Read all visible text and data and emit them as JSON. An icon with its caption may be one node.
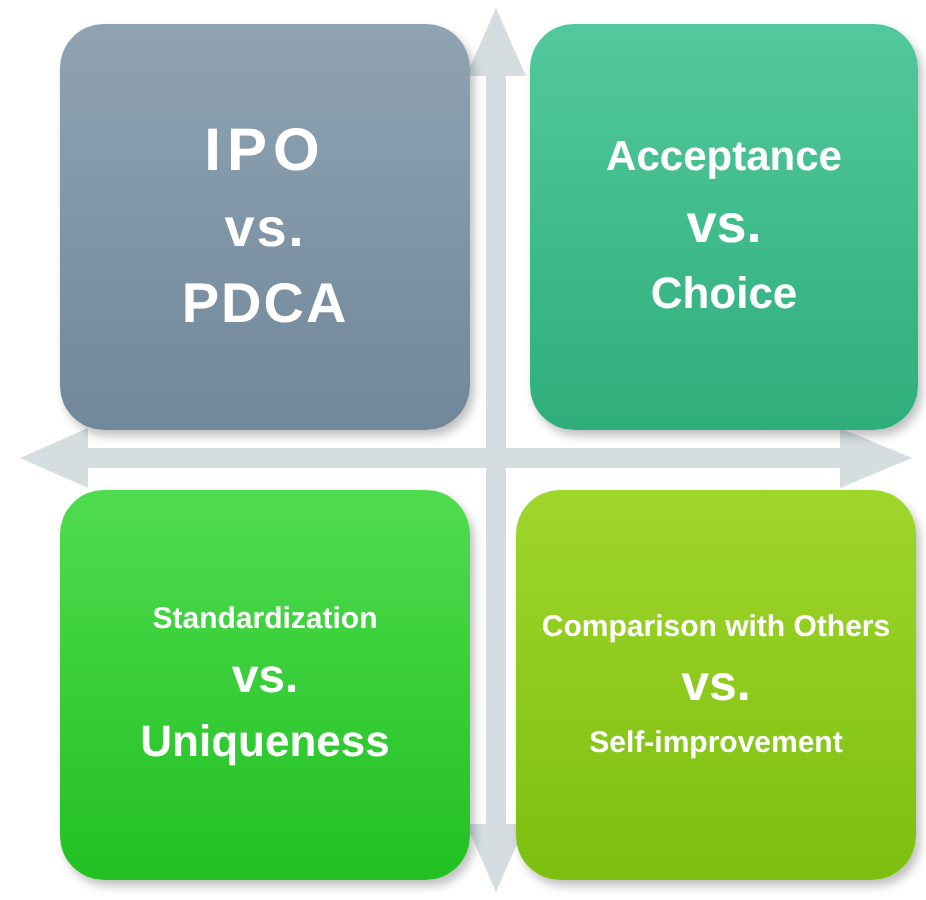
{
  "diagram": {
    "nodes": [
      {
        "text": [
          "IPO",
          "vs.",
          "PDCA"
        ]
      },
      {
        "text": [
          "Acceptance",
          "vs.",
          "Choice"
        ]
      },
      {
        "text": [
          "Standardization",
          "vs.",
          "Uniqueness"
        ]
      },
      {
        "text": [
          "Comparison with Others",
          "vs.",
          "Self-improvement"
        ]
      }
    ]
  }
}
